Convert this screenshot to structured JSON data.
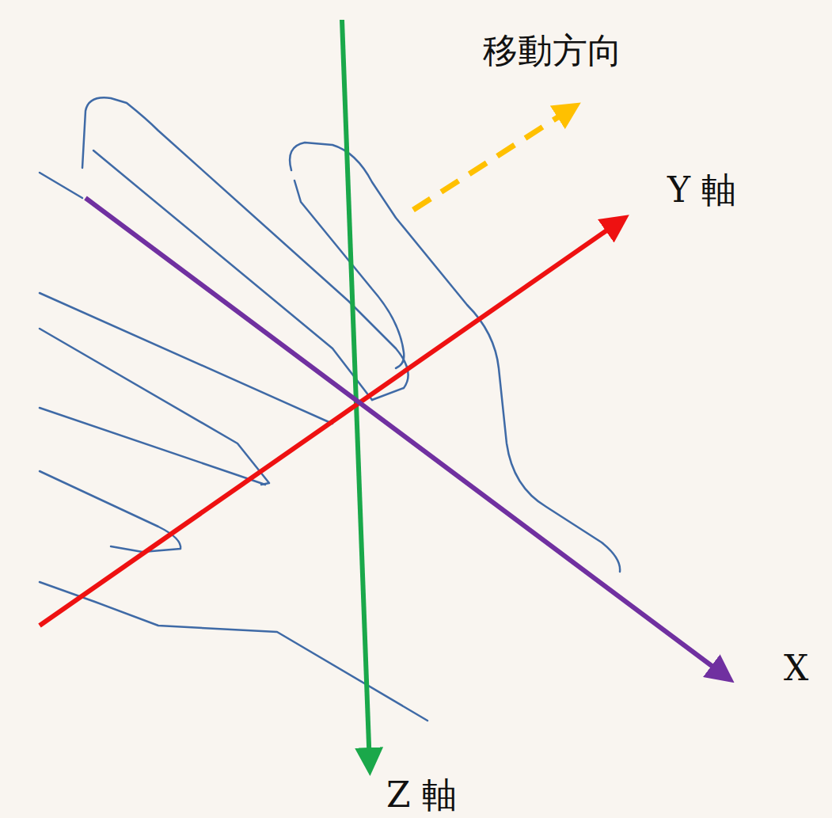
{
  "diagram": {
    "labels": [
      "移動方向",
      "Y 軸",
      "X",
      "Z 軸"
    ]
  }
}
